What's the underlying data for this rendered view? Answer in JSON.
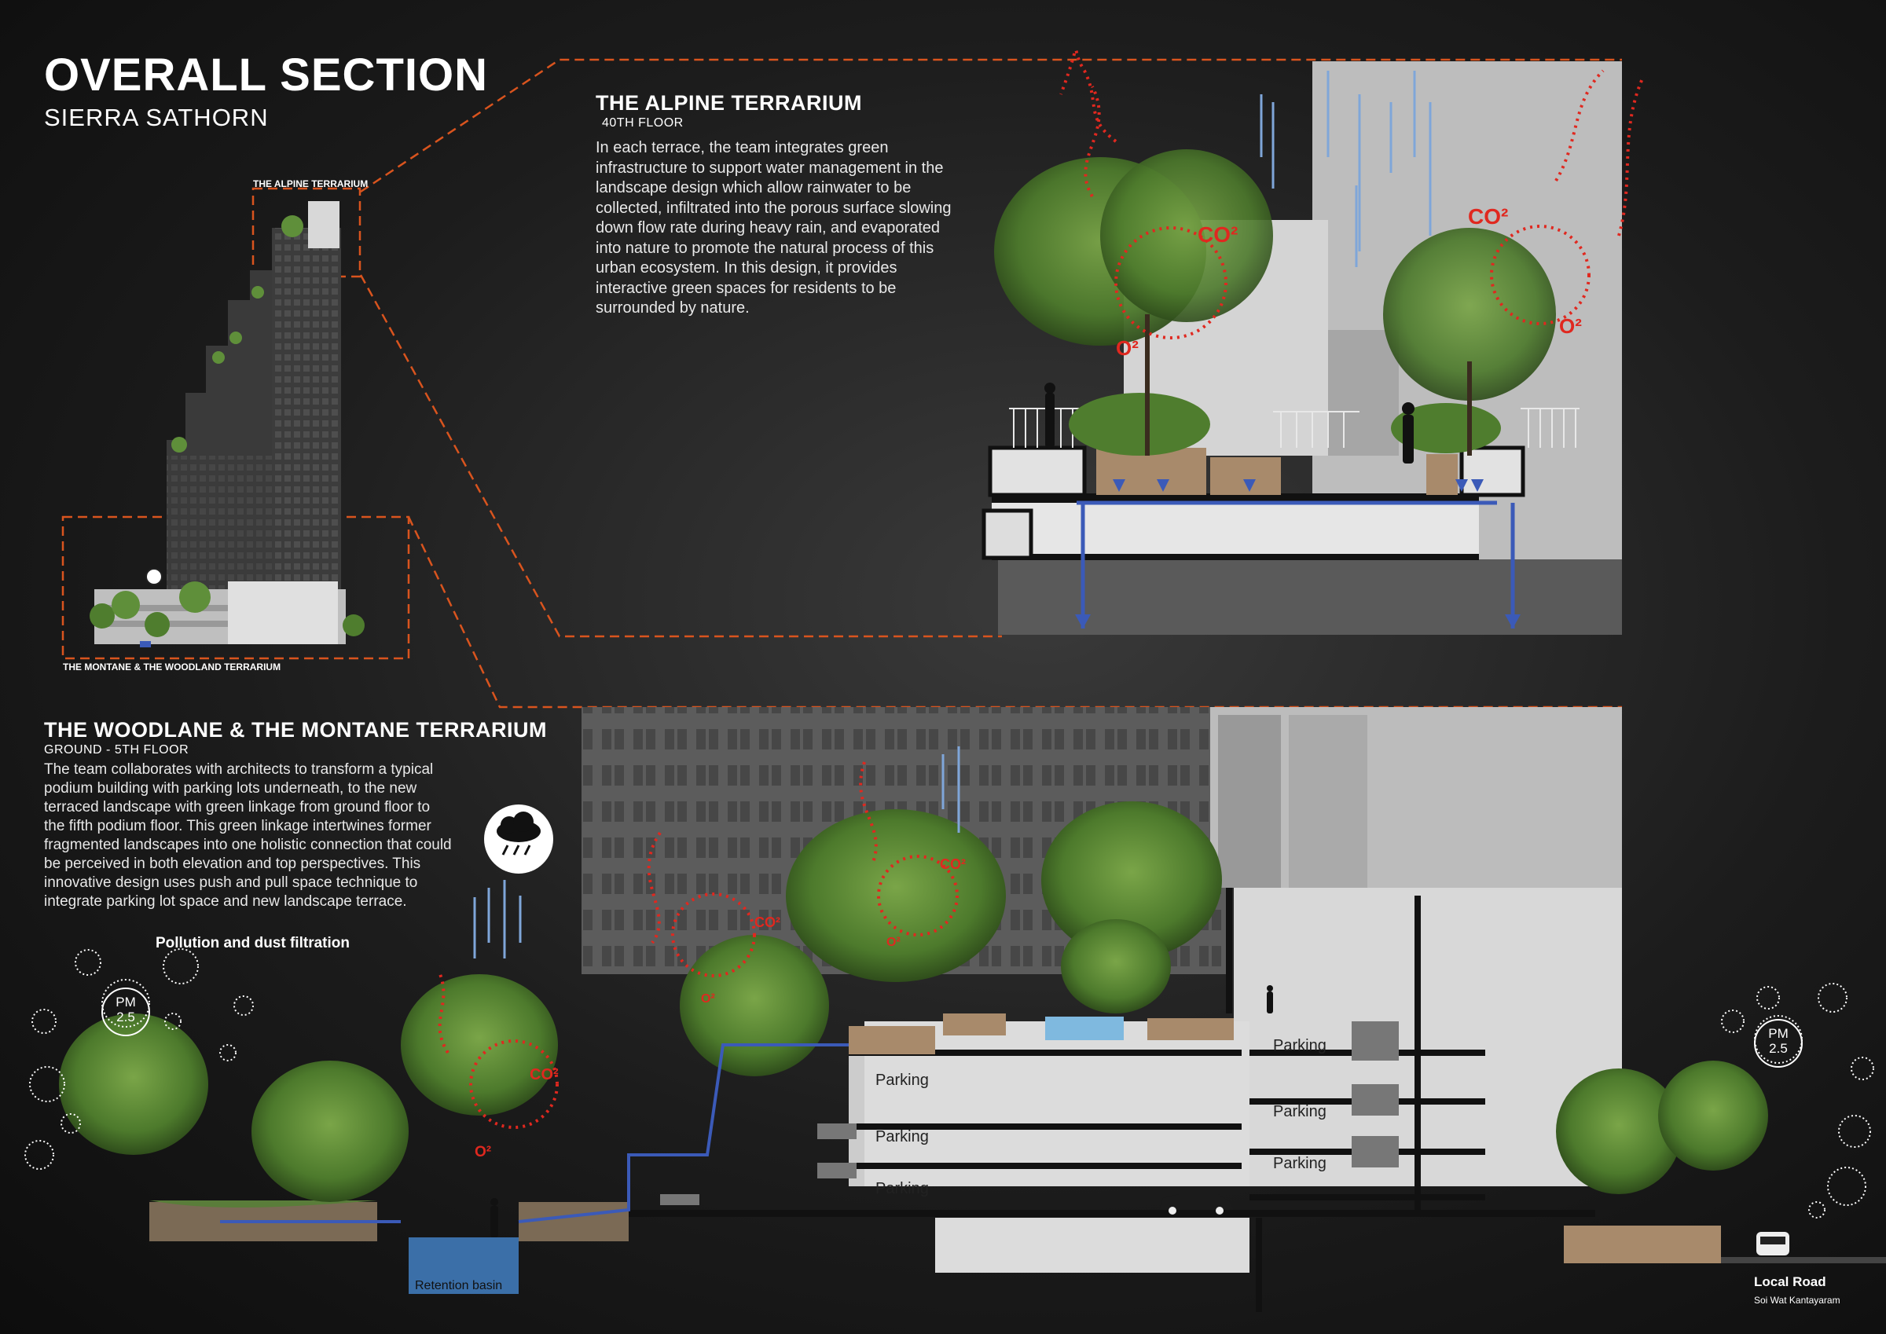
{
  "header": {
    "title": "OVERALL SECTION",
    "subtitle": "SIERRA SATHORN"
  },
  "alpine": {
    "title": "THE ALPINE TERRARIUM",
    "floor": "40TH FLOOR",
    "description": "In each terrace, the team integrates green infrastructure to support water management in the landscape design which allow rainwater to be collected, infiltrated into the porous surface slowing down flow rate during heavy rain, and evaporated into nature to promote the natural process of this urban ecosystem. In this design, it provides interactive green spaces for residents to be surrounded by nature."
  },
  "woodlane": {
    "title": "THE WOODLANE & THE MONTANE TERRARIUM",
    "floor": "GROUND - 5TH FLOOR",
    "description": "The team collaborates with architects to transform a typical podium building with parking lots underneath, to the new terraced landscape with green linkage from ground floor to the fifth podium floor. This green linkage intertwines former fragmented landscapes into one holistic connection that could be perceived in both elevation and top perspectives. This innovative design uses push and pull space technique to integrate parking lot space and new landscape terrace."
  },
  "overview": {
    "label_top": "THE ALPINE TERRARIUM",
    "label_bottom": "THE MONTANE & THE WOODLAND TERRARIUM"
  },
  "labels": {
    "pollution": "Pollution and dust filtration",
    "pm_left": "PM 2.5",
    "pm_right": "PM 2.5",
    "retention": "Retention basin",
    "local_road": "Local Road",
    "road_name": "Soi Wat Kantayaram",
    "parking": [
      "Parking",
      "Parking",
      "Parking",
      "Parking",
      "Parking",
      "Parking"
    ],
    "co2": "CO²",
    "o2": "O²"
  },
  "colors": {
    "accent_orange": "#d9541e",
    "arrow_red": "#e0281f",
    "water_blue": "#3b5ab8",
    "rain_blue": "#7fa6d9",
    "building_grey": "#c8c8c8",
    "foliage_green": "#5f8f3a"
  },
  "icons": [
    "rain-cloud-icon",
    "pedestrian-icon",
    "car-icon",
    "down-arrow-icon"
  ]
}
